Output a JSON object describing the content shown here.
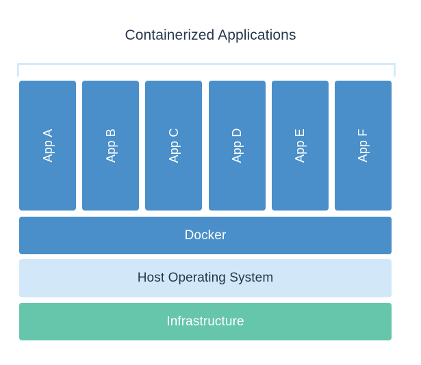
{
  "diagram": {
    "title": "Containerized Applications",
    "bracket": {
      "name": "containerized-applications-bracket"
    },
    "containers": [
      {
        "label": "App A"
      },
      {
        "label": "App B"
      },
      {
        "label": "App C"
      },
      {
        "label": "App D"
      },
      {
        "label": "App E"
      },
      {
        "label": "App F"
      }
    ],
    "layers": [
      {
        "label": "Docker"
      },
      {
        "label": "Host Operating System"
      },
      {
        "label": "Infrastructure"
      }
    ],
    "colors": {
      "background": "#ffffff",
      "title_text": "#27374d",
      "container_fill": "#4a8fc9",
      "container_text": "#ffffff",
      "bracket_stroke": "#d6e9f9",
      "docker_fill": "#4a8fc9",
      "docker_text": "#ffffff",
      "host_os_fill": "#d2e8f8",
      "host_os_text": "#26364c",
      "infrastructure_fill": "#66c6ab",
      "infrastructure_text": "#ffffff"
    }
  }
}
